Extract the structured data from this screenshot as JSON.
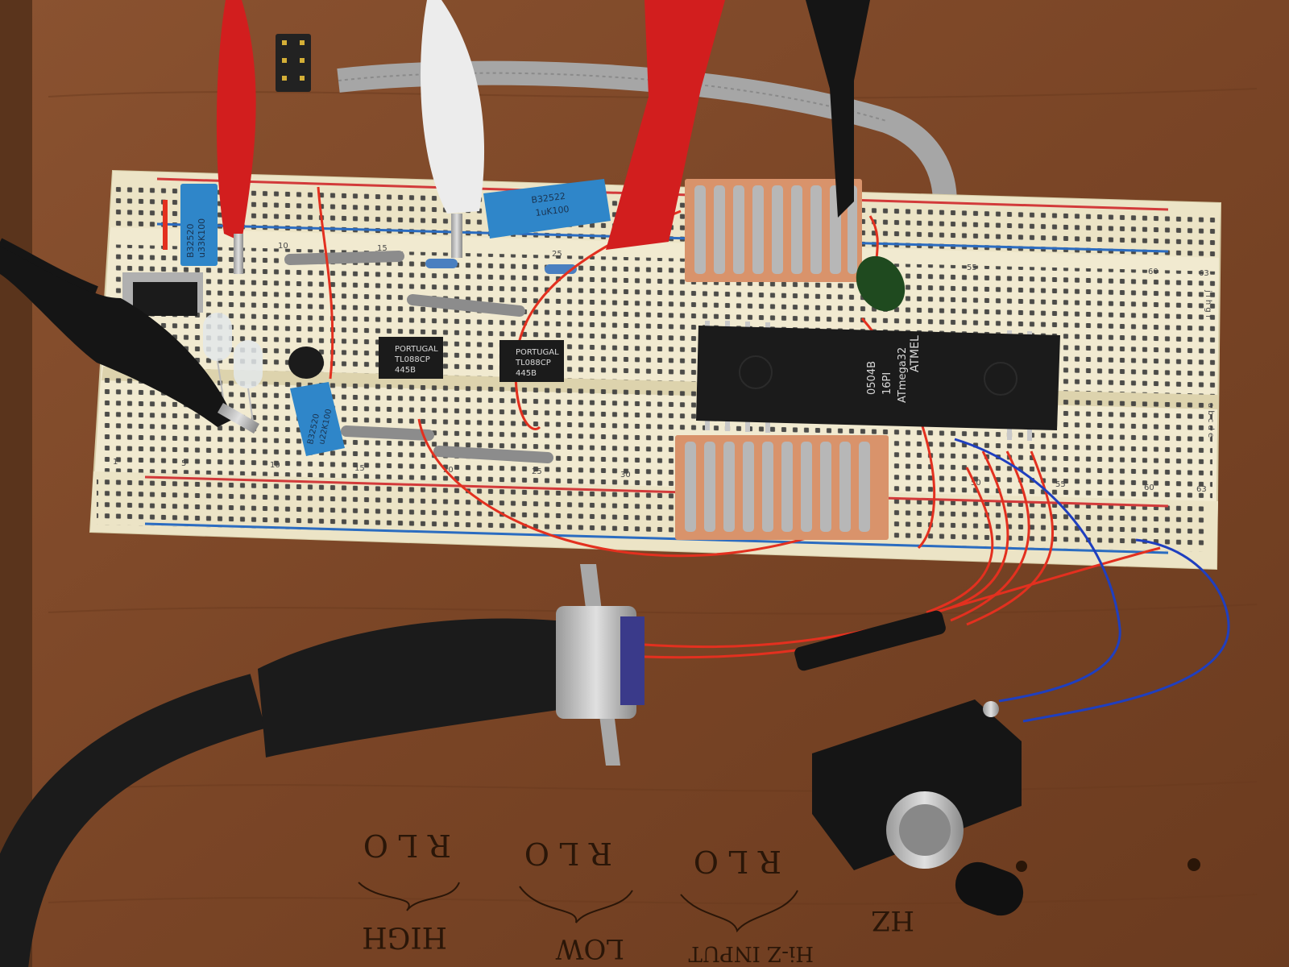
{
  "colors": {
    "wood": "#7a4526",
    "breadboard": "#f1ead0",
    "rail_red": "#d23a3a",
    "rail_blue": "#2b6cc0",
    "wire_red": "#e3301f",
    "wire_blue": "#1f3fbf",
    "chip": "#1b1b1b",
    "capacitor_blue": "#2f86c9",
    "clip_red": "#d21e1e",
    "clip_white": "#ececec",
    "clip_black": "#151515"
  },
  "breadboard": {
    "top_row_labels": [
      "10",
      "15",
      "25",
      "55",
      "60",
      "63"
    ],
    "top_letters": "j i h g f",
    "bottom_row_labels": [
      "1",
      "5",
      "10",
      "15",
      "20",
      "25",
      "30",
      "50",
      "55",
      "60",
      "63"
    ],
    "bottom_letters": "a b c d e"
  },
  "components": {
    "microcontroller": {
      "line1": "ATmega32",
      "line2": "16PI",
      "line3": "0504B",
      "brand": "ATMEL"
    },
    "opamp_left": {
      "line1": "PORTUGAL",
      "line2": "TL088CP",
      "line3": "445B"
    },
    "opamp_right": {
      "line1": "PORTUGAL",
      "line2": "TL088CP",
      "line3": "445B"
    },
    "cap_top_left": {
      "line1": "B32520",
      "line2": "u33K100"
    },
    "cap_top_mid": {
      "line1": "B32522",
      "line2": "1uK100"
    },
    "cap_bottom": {
      "line1": "B32520",
      "line2": "u22K100"
    }
  },
  "handwriting": {
    "group_high": {
      "letters": "R L O",
      "caption": "HIGH"
    },
    "group_low": {
      "letters": "R L O",
      "caption": "LOW"
    },
    "group_input": {
      "letters": "R L O",
      "caption": "Hi-Z INPUT"
    },
    "group_hz": {
      "caption": "HZ"
    }
  }
}
